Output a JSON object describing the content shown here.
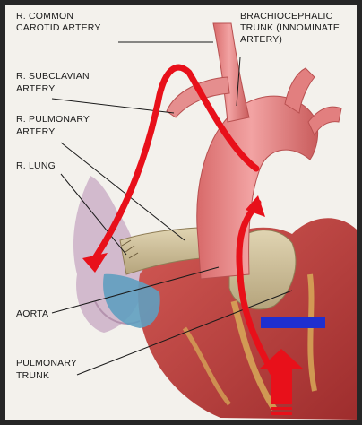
{
  "labels": {
    "r_common_carotid_1": "R. COMMON",
    "r_common_carotid_2": "CAROTID ARTERY",
    "brachiocephalic_1": "BRACHIOCEPHALIC",
    "brachiocephalic_2": "TRUNK (INNOMINATE",
    "brachiocephalic_3": "ARTERY)",
    "r_subclavian_1": "R. SUBCLAVIAN",
    "r_subclavian_2": "ARTERY",
    "r_pulmonary_1": "R. PULMONARY",
    "r_pulmonary_2": "ARTERY",
    "r_lung": "R. LUNG",
    "aorta": "AORTA",
    "pulmonary_trunk_1": "PULMONARY",
    "pulmonary_trunk_2": "TRUNK"
  },
  "colors": {
    "flow_arrow": "#e8101a",
    "bar_marker": "#1f2fd0",
    "frame": "#262626",
    "vessel": "#e98383",
    "vessel_dark": "#c85a5a",
    "pulmonary_vessel": "#cdbf9a",
    "lung": "#c9a7c4",
    "heart": "#c84e4e"
  }
}
